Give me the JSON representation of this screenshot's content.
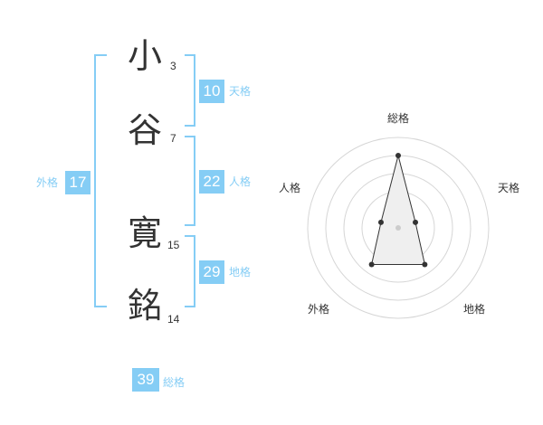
{
  "chars": [
    {
      "char": "小",
      "strokes": "3"
    },
    {
      "char": "谷",
      "strokes": "7"
    },
    {
      "char": "寛",
      "strokes": "15"
    },
    {
      "char": "銘",
      "strokes": "14"
    }
  ],
  "kaku": {
    "tenkaku": {
      "value": "10",
      "label": "天格"
    },
    "jinkaku": {
      "value": "22",
      "label": "人格"
    },
    "chikaku": {
      "value": "29",
      "label": "地格"
    },
    "gaikaku": {
      "value": "17",
      "label": "外格"
    },
    "soukaku": {
      "value": "39",
      "label": "総格"
    }
  },
  "colors": {
    "accent": "#85cdf5",
    "text": "#333333"
  },
  "chart_data": {
    "type": "radar",
    "axes": [
      "総格",
      "天格",
      "地格",
      "外格",
      "人格"
    ],
    "values": [
      4.0,
      1.0,
      2.5,
      2.5,
      1.0
    ],
    "max": 5,
    "rings": 5
  }
}
